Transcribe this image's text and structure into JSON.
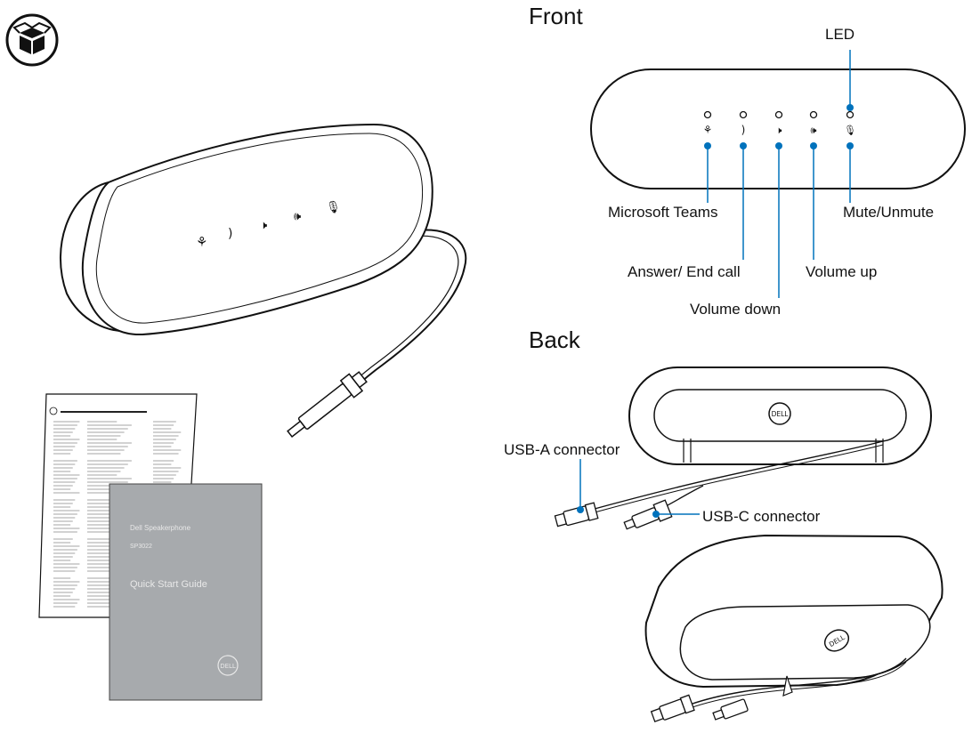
{
  "headings": {
    "front": "Front",
    "back": "Back"
  },
  "front_labels": {
    "led": "LED",
    "microsoft_teams": "Microsoft Teams",
    "answer_end_call": "Answer/ End call",
    "volume_down": "Volume down",
    "volume_up": "Volume up",
    "mute_unmute": "Mute/Unmute"
  },
  "back_labels": {
    "usb_a": "USB-A connector",
    "usb_c": "USB-C connector"
  },
  "booklet": {
    "product": "Dell Speakerphone",
    "model": "SP3022",
    "guide": "Quick Start Guide"
  },
  "icons": [
    "box-icon",
    "teams-icon",
    "phone-icon",
    "volume-down-icon",
    "volume-up-icon",
    "mic-mute-icon",
    "dell-logo"
  ],
  "colors": {
    "callout": "#0072bc",
    "line": "#1a1a1a",
    "booklet": "#a7aaad"
  }
}
